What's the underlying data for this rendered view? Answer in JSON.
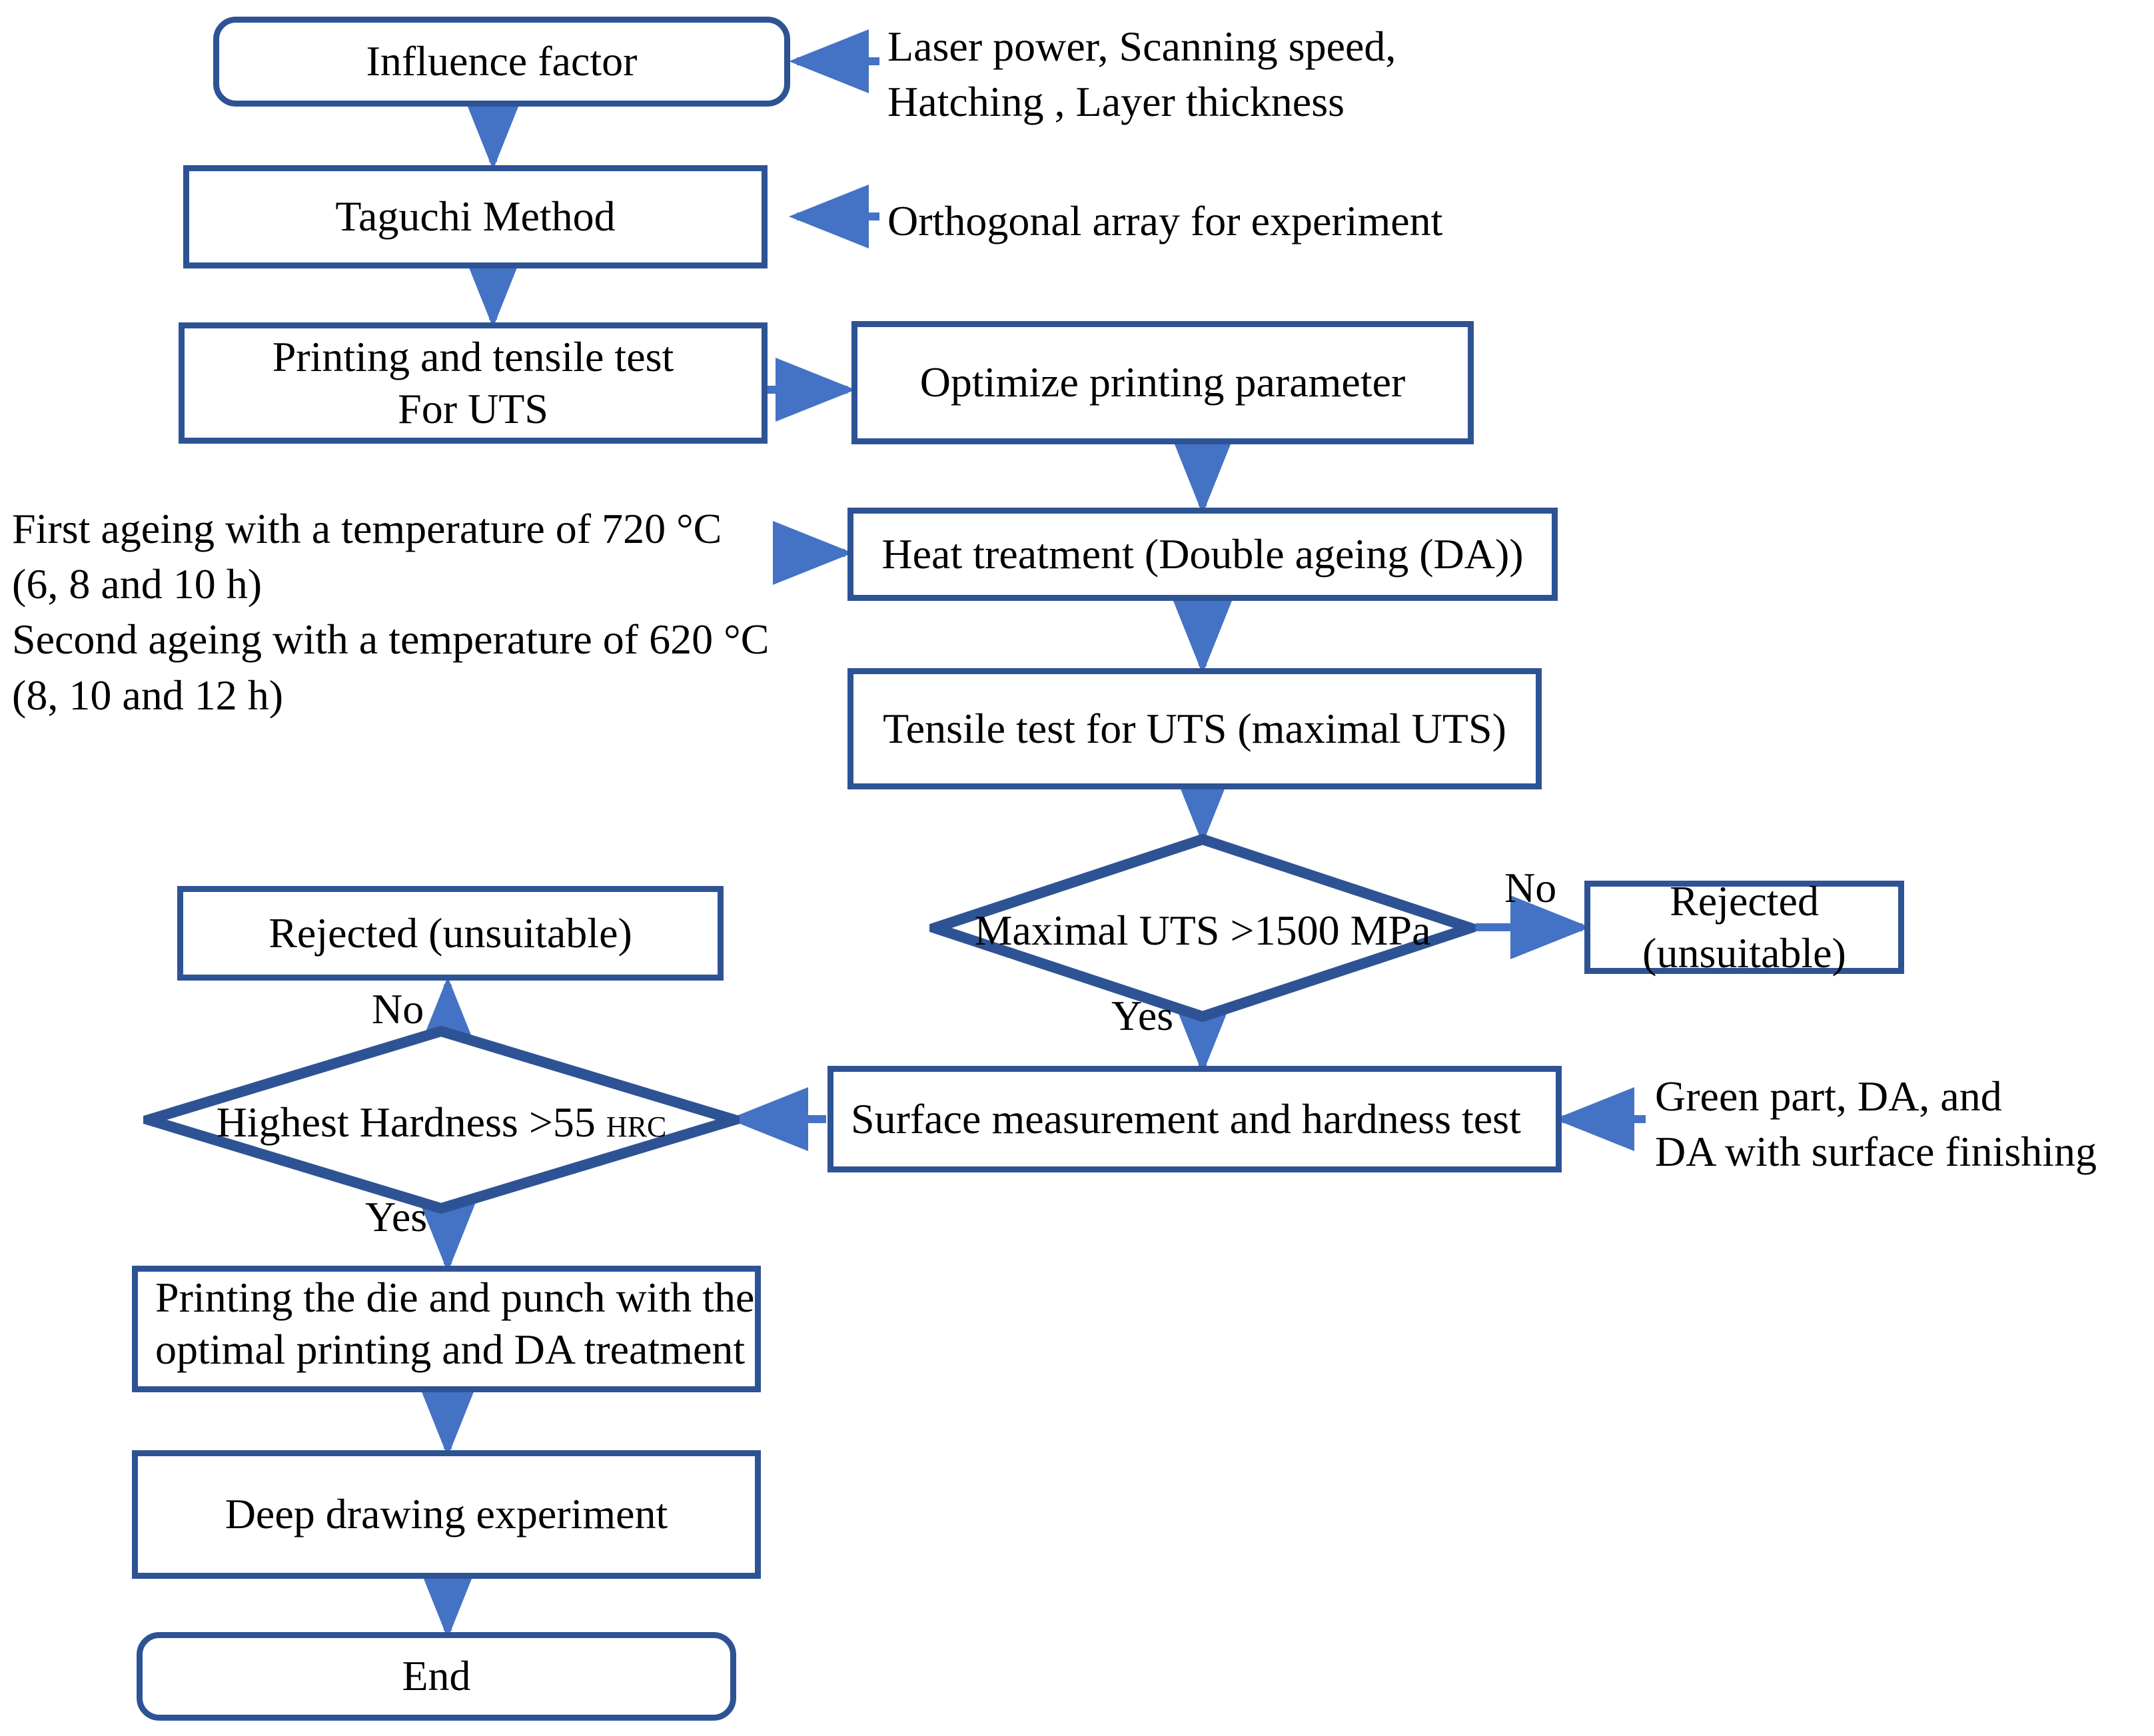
{
  "diagram": {
    "title": "Experimental methodology flowchart",
    "colors": {
      "node_border": "#2E5395",
      "arrow": "#4472C4",
      "text": "#000000",
      "background": "#FFFFFF"
    },
    "nodes": {
      "influence_factor": "Influence factor",
      "taguchi_method": "Taguchi Method",
      "printing_tensile_line1": "Printing and tensile test",
      "printing_tensile_line2": "For UTS",
      "optimize_printing": "Optimize printing parameter",
      "heat_treatment": "Heat treatment (Double ageing (DA))",
      "tensile_test_uts": "Tensile test for UTS (maximal UTS)",
      "decision_uts": "Maximal UTS >1500 MPa",
      "rejected_right": "Rejected (unsuitable)",
      "rejected_left": "Rejected (unsuitable)",
      "surface_measurement": "Surface measurement and hardness test",
      "decision_hardness_main": "Highest Hardness >55",
      "decision_hardness_unit": "HRC",
      "printing_die_punch_line1": "Printing the die and punch with the",
      "printing_die_punch_line2": "optimal printing and DA treatment",
      "deep_drawing": "Deep drawing experiment",
      "end": "End"
    },
    "annotations": {
      "influence_factor_note": "Laser power, Scanning speed,\nHatching , Layer thickness",
      "taguchi_note": "Orthogonal array for experiment",
      "ageing_note": "First ageing with a temperature of 720 °C\n (6, 8 and 10 h)\nSecond ageing with a temperature of 620 °C\n (8, 10 and 12 h)",
      "surface_note": "Green part, DA, and\nDA with surface finishing"
    },
    "edge_labels": {
      "uts_no": "No",
      "uts_yes": "Yes",
      "hardness_no": "No",
      "hardness_yes": "Yes"
    }
  }
}
